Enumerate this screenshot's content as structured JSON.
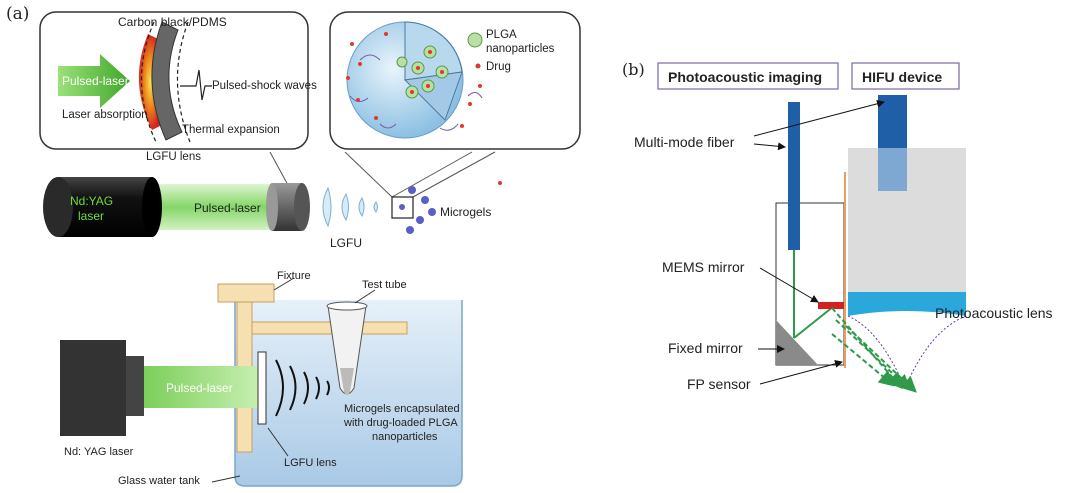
{
  "panel_a": {
    "label": "(a)",
    "inset_left": {
      "material": "Carbon black/PDMS",
      "pulsed_laser": "Pulsed-laser",
      "shock_waves": "Pulsed-shock waves",
      "laser_absorption": "Laser absorption",
      "thermal_expansion": "Thermal expansion",
      "lens_caption": "LGFU lens"
    },
    "inset_right": {
      "plga": "PLGA nanoparticles",
      "drug": "Drug"
    },
    "laser_row": {
      "laser_line1": "Nd:YAG",
      "laser_line2": "laser",
      "beam": "Pulsed-laser",
      "lgfu": "LGFU",
      "microgels": "Microgels"
    },
    "setup": {
      "fixture": "Fixture",
      "test_tube": "Test tube",
      "beam": "Pulsed-laser",
      "laser": "Nd: YAG laser",
      "lens": "LGFU lens",
      "microgel_text": [
        "Microgels encapsulated",
        "with drug-loaded PLGA",
        "nanoparticles"
      ],
      "tank": "Glass water tank"
    }
  },
  "panel_b": {
    "label": "(b)",
    "header_left": "Photoacoustic imaging",
    "header_right": "HIFU device",
    "fiber": "Multi-mode fiber",
    "mems": "MEMS mirror",
    "fixed_mirror": "Fixed mirror",
    "fp_sensor": "FP sensor",
    "pa_lens": "Photoacoustic lens"
  },
  "colors": {
    "laser_green": "#5bbf3a",
    "tank_blue": "#cfe3f3",
    "fiber_blue": "#1f5fa8",
    "mems_red": "#d42020",
    "beam_green": "#2e9a4a",
    "lens_cyan": "#2aa8dc",
    "fixture_tan": "#f6dfb0"
  }
}
